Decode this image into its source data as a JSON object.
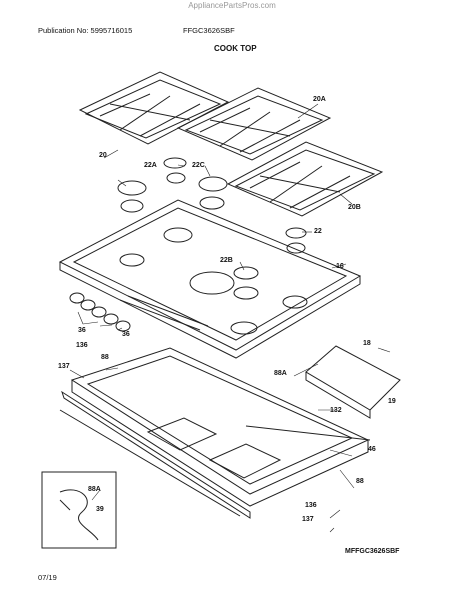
{
  "header": {
    "watermark": "AppliancePartsPros.com",
    "publication": "Publication No: 5995716015",
    "model": "FFGC3626SBF",
    "title": "COOK TOP"
  },
  "callouts": [
    "20",
    "20A",
    "20B",
    "22A",
    "22C",
    "22",
    "22B",
    "16",
    "36",
    "18",
    "19",
    "136",
    "137",
    "88",
    "88A",
    "132",
    "46",
    "39"
  ],
  "footer": {
    "diagram_id": "MFFGC3626SBF",
    "date": "07/19"
  }
}
